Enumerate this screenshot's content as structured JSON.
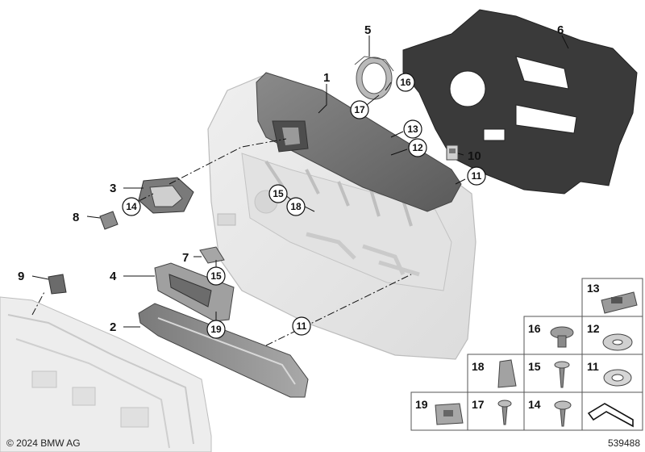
{
  "callouts": {
    "c1": "1",
    "c2": "2",
    "c3": "3",
    "c4": "4",
    "c5": "5",
    "c6": "6",
    "c7": "7",
    "c8": "8",
    "c9": "9",
    "c10": "10",
    "c11a": "11",
    "c11b": "11",
    "c12": "12",
    "c13": "13",
    "c14": "14",
    "c15a": "15",
    "c15b": "15",
    "c16": "16",
    "c17": "17",
    "c18": "18",
    "c19": "19"
  },
  "parts_table": {
    "t13": "13",
    "t16": "16",
    "t12": "12",
    "t18": "18",
    "t15": "15",
    "t11": "11",
    "t19": "19",
    "t17": "17",
    "t14": "14"
  },
  "footer": {
    "copyright": "© 2024 BMW AG",
    "diagram_number": "539488"
  },
  "colors": {
    "panel_light": "#e6e6e6",
    "trim_dark": "#6e6e6e",
    "insulation": "#3c3c3c",
    "line": "#111111"
  }
}
